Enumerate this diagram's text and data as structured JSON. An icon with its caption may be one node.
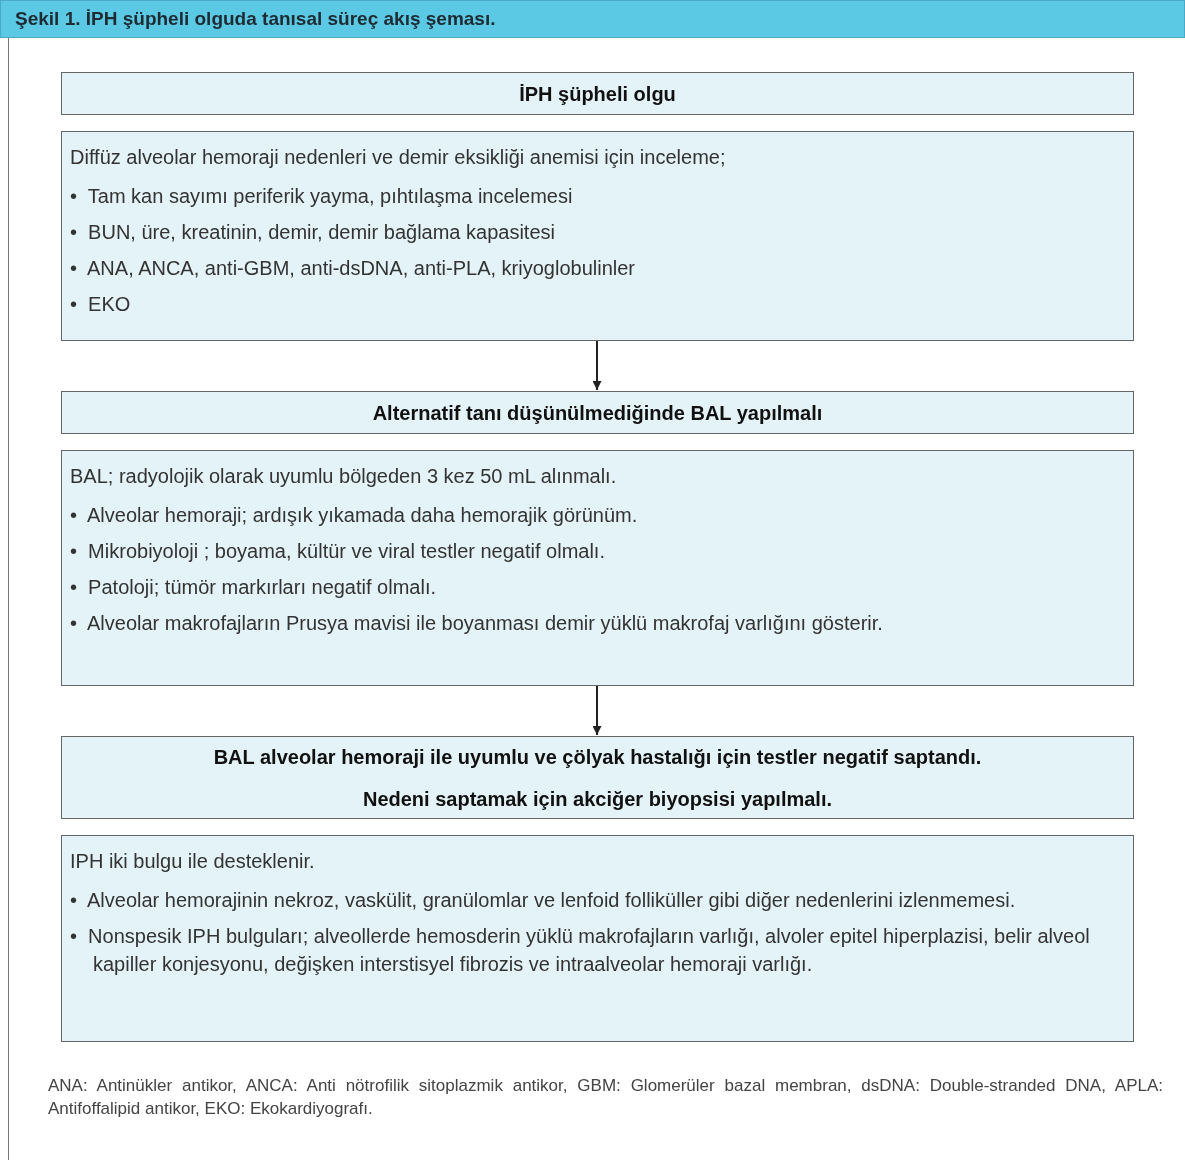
{
  "diagram": {
    "title": "Şekil 1. İPH şüpheli olguda tanısal süreç akış şeması.",
    "nodes": [
      {
        "text": [
          "İPH şüpheli olgu"
        ]
      },
      {
        "text": [
          "Diffüz alveolar hemoraji nedenleri ve demir eksikliği anemisi için inceleme;",
          "•  Tam kan sayımı periferik yayma, pıhtılaşma incelemesi",
          "•  BUN, üre, kreatinin, demir, demir bağlama kapasitesi",
          "•  ANA, ANCA, anti-GBM, anti-dsDNA, anti-PLA, kriyoglobulinler",
          "•  EKO"
        ]
      },
      {
        "text": [
          "Alternatif tanı düşünülmediğinde BAL yapılmalı"
        ]
      },
      {
        "text": [
          "BAL; radyolojik olarak uyumlu bölgeden 3 kez 50 mL alınmalı.",
          "•  Alveolar hemoraji; ardışık yıkamada daha hemorajik görünüm.",
          "•  Mikrobiyoloji ; boyama, kültür ve viral testler negatif olmalı.",
          "•  Patoloji; tümör markırları negatif olmalı.",
          "•  Alveolar makrofajların Prusya mavisi ile boyanması demir yüklü makrofaj varlığını gösterir."
        ]
      },
      {
        "text": [
          "BAL alveolar hemoraji ile uyumlu ve çölyak hastalığı için testler negatif saptandı.",
          "Nedeni saptamak için akciğer biyopsisi yapılmalı."
        ]
      },
      {
        "text": [
          "IPH iki bulgu ile desteklenir.",
          "•  Alveolar hemorajinin nekroz, vaskülit, granülomlar ve lenfoid folliküller gibi diğer nedenlerini izlenmemesi.",
          "•  Nonspesik IPH bulguları; alveollerde hemosderin yüklü makrofajların varlığı, alvoler epitel hiperplazisi, belir alveol kapiller konjesyonu, değişken interstisyel fibrozis ve intraalveolar hemoraji varlığı."
        ]
      }
    ],
    "edges": [
      {
        "from": 1,
        "to": 2,
        "arrow": "to"
      },
      {
        "from": 3,
        "to": 4,
        "arrow": "to"
      }
    ],
    "caption": "ANA: Antinükler antikor, ANCA: Anti nötrofilik sitoplazmik antikor, GBM: Glomerüler bazal membran, dsDNA: Double-stranded DNA, APLA: Antifoffalipid antikor, EKO: Ekokardiyografı."
  }
}
